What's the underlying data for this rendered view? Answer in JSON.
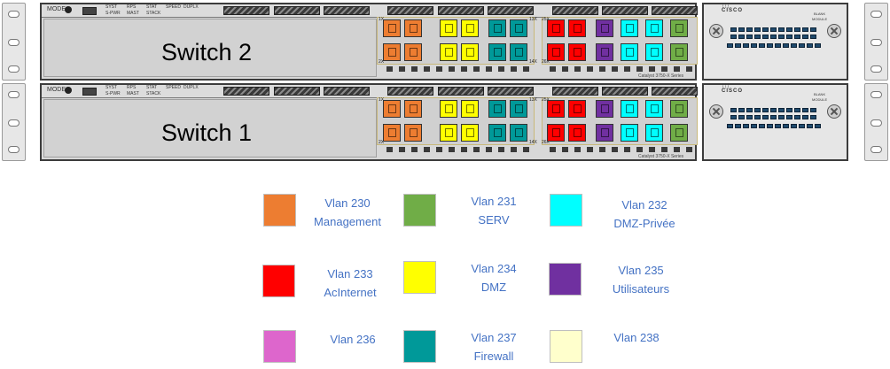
{
  "switches": [
    {
      "name": "Switch 2"
    },
    {
      "name": "Switch 1"
    }
  ],
  "panel_labels": {
    "mode": "MODE",
    "leds": [
      "SYST",
      "RPS",
      "STAT",
      "SPEED",
      "DUPLX",
      "S-PWR",
      "MAST",
      "STACK"
    ],
    "bank_numbers": [
      "1X",
      "2X",
      "13X",
      "14X",
      "25X",
      "26X"
    ],
    "series": "Catalyst 3750-X Series"
  },
  "module": {
    "brand": "CISCO",
    "blank_line1": "BLANK",
    "blank_line2": "MODULE"
  },
  "colors": {
    "orange": "#ED7D31",
    "yellow": "#FFFF00",
    "teal": "#009999",
    "red": "#FF0000",
    "purple": "#7030A0",
    "cyan": "#00FFFF",
    "green": "#70AD47",
    "pink": "#DD66CC",
    "cream": "#FFFFCC"
  },
  "port_rows": {
    "top": [
      "orange",
      "orange",
      "yellow",
      "yellow",
      "teal",
      "teal",
      "red",
      "red",
      "purple",
      "cyan",
      "cyan",
      "green"
    ],
    "bottom": [
      "orange",
      "orange",
      "yellow",
      "yellow",
      "teal",
      "teal",
      "red",
      "red",
      "purple",
      "cyan",
      "cyan",
      "green"
    ]
  },
  "legend": [
    {
      "line1": "Vlan 230",
      "line2": "Management",
      "color": "orange"
    },
    {
      "line1": "Vlan 231",
      "line2": "SERV",
      "color": "green"
    },
    {
      "line1": "Vlan 232",
      "line2": "DMZ-Privée",
      "color": "cyan"
    },
    {
      "line1": "Vlan 233",
      "line2": "AcInternet",
      "color": "red"
    },
    {
      "line1": "Vlan 234",
      "line2": "DMZ",
      "color": "yellow"
    },
    {
      "line1": "Vlan 235",
      "line2": "Utilisateurs",
      "color": "purple"
    },
    {
      "line1": "Vlan 236",
      "line2": "",
      "color": "pink"
    },
    {
      "line1": "Vlan 237",
      "line2": "Firewall",
      "color": "teal"
    },
    {
      "line1": "Vlan 238",
      "line2": "",
      "color": "cream"
    }
  ]
}
